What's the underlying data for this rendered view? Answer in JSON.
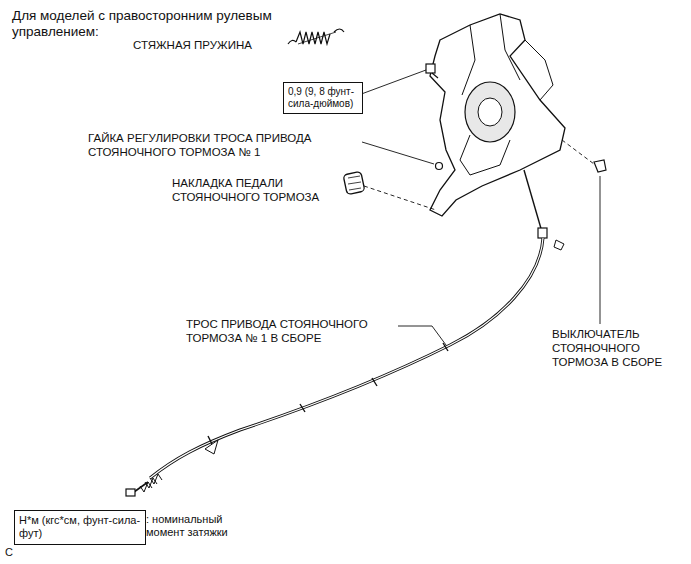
{
  "diagram": {
    "title": "Для моделей с правосторонним рулевым управлением:",
    "nodes": [
      {
        "text": [
          "0,9 (9, 8 фунт-сила-дюймов)"
        ]
      },
      {
        "text": [
          "Н*м (кгс*см, фунт-сила-фут)"
        ]
      }
    ],
    "labels": [
      "СТЯЖНАЯ ПРУЖИНА",
      "ГАЙКА РЕГУЛИРОВКИ ТРОСА ПРИВОДА СТОЯНОЧНОГО ТОРМОЗА № 1",
      "НАКЛАДКА ПЕДАЛИ СТОЯНОЧНОГО ТОРМОЗА",
      "ТРОС ПРИВОДА СТОЯНОЧНОГО ТОРМОЗА № 1 В СБОРЕ",
      "ВЫКЛЮЧАТЕЛЬ СТОЯНОЧНОГО ТОРМОЗА В СБОРЕ",
      ": номинальный момент затяжки",
      "C"
    ]
  }
}
